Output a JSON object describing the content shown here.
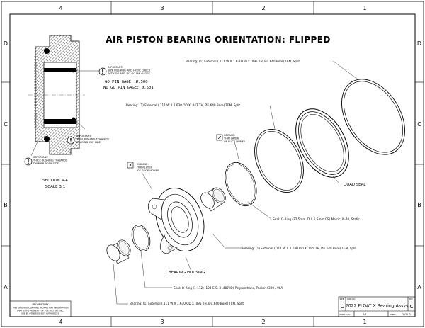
{
  "title": "AIR PISTON BEARING ORIENTATION: FLIPPED",
  "zones": {
    "columns": [
      "4",
      "3",
      "2",
      "1"
    ],
    "rows": [
      "D",
      "C",
      "B",
      "A"
    ]
  },
  "section": {
    "name": "SECTION A-A",
    "scale": "SCALE 3:1",
    "note_top_1": "IMPORTANT:",
    "note_top_2": "SIZE BUSHING AND HOOK CHECK",
    "note_top_3": "WITH GO AND NO-GO PIN GAGES.",
    "go_gage": "GO PIN GAGE: Ø.500",
    "nogo_gage": "NO GO PIN GAGE: Ø.501",
    "note_mid_1": "IMPORTANT:",
    "note_mid_2": "THIN BUSHING TOWARDS",
    "note_mid_3": "BEARING CAP SIDE",
    "note_low_1": "IMPORTANT:",
    "note_low_2": "THICK BUSHING TOWARDS",
    "note_low_3": "DAMPER BODY SIDE"
  },
  "callouts": {
    "bearing_top": "Bearing: (1) External (.111 W X 1.630 OD X .095 TH, Ø1.640 Bore) TFM, Split",
    "bearing_mid": "Bearing: (1) External (.111 W X 1.630 OD X .047 TH, Ø1.640 Bore) TFM, Split",
    "grease_1_a": "GREASE:",
    "grease_1_b": "THIN LAYER",
    "grease_1_c": "OF SLICK HONEY",
    "grease_2_a": "GREASE:",
    "grease_2_b": "THIN LAYER",
    "grease_2_c": "OF SLICK HONEY",
    "quad_seal": "QUAD SEAL",
    "seal_oring": "Seal: O-Ring (27.5mm ID X 1.5mm CS) Metric, N-70, Static",
    "bearing_right": "Bearing: (1) External (.111 W X 1.630 OD X .095 TH, Ø1.640 Bore) TFM, Split",
    "bearing_housing": "BEARING HOUSING",
    "seal_oring_2": "Seal: O-Ring (1-112) .103 C.S. X .487 ID) Polyurethane, Parker 4300 / 90A",
    "bearing_bottom": "Bearing: (1) External (.111 W X 1.630 OD X .095 TH, Ø1.640 Bore) TFM, Split"
  },
  "title_block": {
    "proprietary_1": "PROPRIETARY",
    "proprietary_2": "THIS DRAWING CONTAINS PROPRIETARY INFORMATION",
    "proprietary_3": "THAT IS THE PROPERTY OF FOX FACTORY, INC.",
    "proprietary_4": "USE BY OTHERS IS NOT AUTHORIZED",
    "size_label": "SIZE",
    "size_value": "C",
    "dwg_label": "DWG NO",
    "dwg_title": "2022 FLOAT X Bearing Assys",
    "rev_label": "REV",
    "rev_value": "C",
    "scale_label": "PRINT SCALE",
    "scale_value": "2:1",
    "sheet_label": "SHEET",
    "sheet_value": "2 OF 2"
  }
}
